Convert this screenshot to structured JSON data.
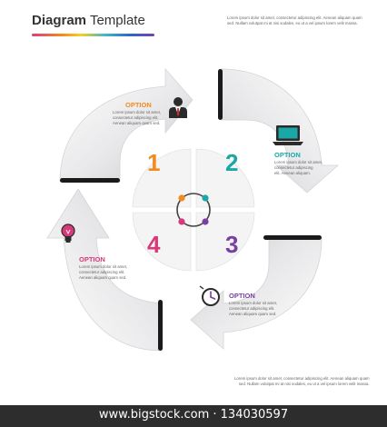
{
  "header": {
    "title_bold": "Diagram",
    "title_regular": "Template",
    "desc_lines": [
      "Lorem ipsum dolor sit amet, consectetur adipiscing elit. Aenean aliquam quam",
      "sed. Nullam volutpat mi at nisi sodales, eu ut a vel ipsum lorem velit massa."
    ]
  },
  "steps": [
    {
      "number": "1",
      "option": "OPTION",
      "color": "#f28a1e",
      "icon": "businessman-icon",
      "text": [
        "Lorem ipsum dolor sit amet,",
        "consectetur adipiscing elit.",
        "Aenean aliquam quam sed."
      ]
    },
    {
      "number": "2",
      "option": "OPTION",
      "color": "#1aa8a6",
      "icon": "laptop-icon",
      "text": [
        "Lorem ipsum dolor sit amet,",
        "consectetur adipiscing",
        "elit. Aenean aliquam."
      ]
    },
    {
      "number": "3",
      "option": "OPTION",
      "color": "#7a3fa3",
      "icon": "clock-icon",
      "text": [
        "Lorem ipsum dolor sit amet,",
        "consectetur adipiscing elit.",
        "Aenean aliquam quam sed."
      ]
    },
    {
      "number": "4",
      "option": "OPTION",
      "color": "#d63a7a",
      "icon": "lightbulb-icon",
      "text": [
        "Lorem ipsum dolor sit amet,",
        "consectetur adipiscing elit.",
        "Aenean aliquam quam sed."
      ]
    }
  ],
  "footer_desc": [
    "Lorem ipsum dolor sit amet, consectetur adipiscing elit. Aenean aliquam quam",
    "sed. Nullam volutpat mi at nisi sodales, eu ut a vel ipsum lorem velit massa."
  ],
  "watermark": {
    "text": "www.bigstock.com · 134030597"
  }
}
